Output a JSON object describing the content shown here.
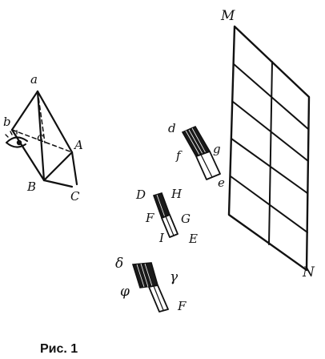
{
  "caption": "Рис. 1",
  "prism": {
    "labels": {
      "apex": "a",
      "left": "b",
      "middle": "c",
      "a_cap": "A",
      "b_cap": "B",
      "c_cap": "C"
    }
  },
  "screen": {
    "labels": {
      "top": "M",
      "bottom": "N"
    }
  },
  "strip_top": {
    "labels": {
      "d": "d",
      "g": "g",
      "f": "f",
      "e": "e"
    }
  },
  "strip_middle": {
    "labels": {
      "D": "D",
      "H": "H",
      "F": "F",
      "G": "G",
      "I": "I",
      "E": "E"
    }
  },
  "strip_bottom": {
    "labels": {
      "delta": "δ",
      "gamma": "γ",
      "phi": "φ",
      "F": "F"
    }
  }
}
